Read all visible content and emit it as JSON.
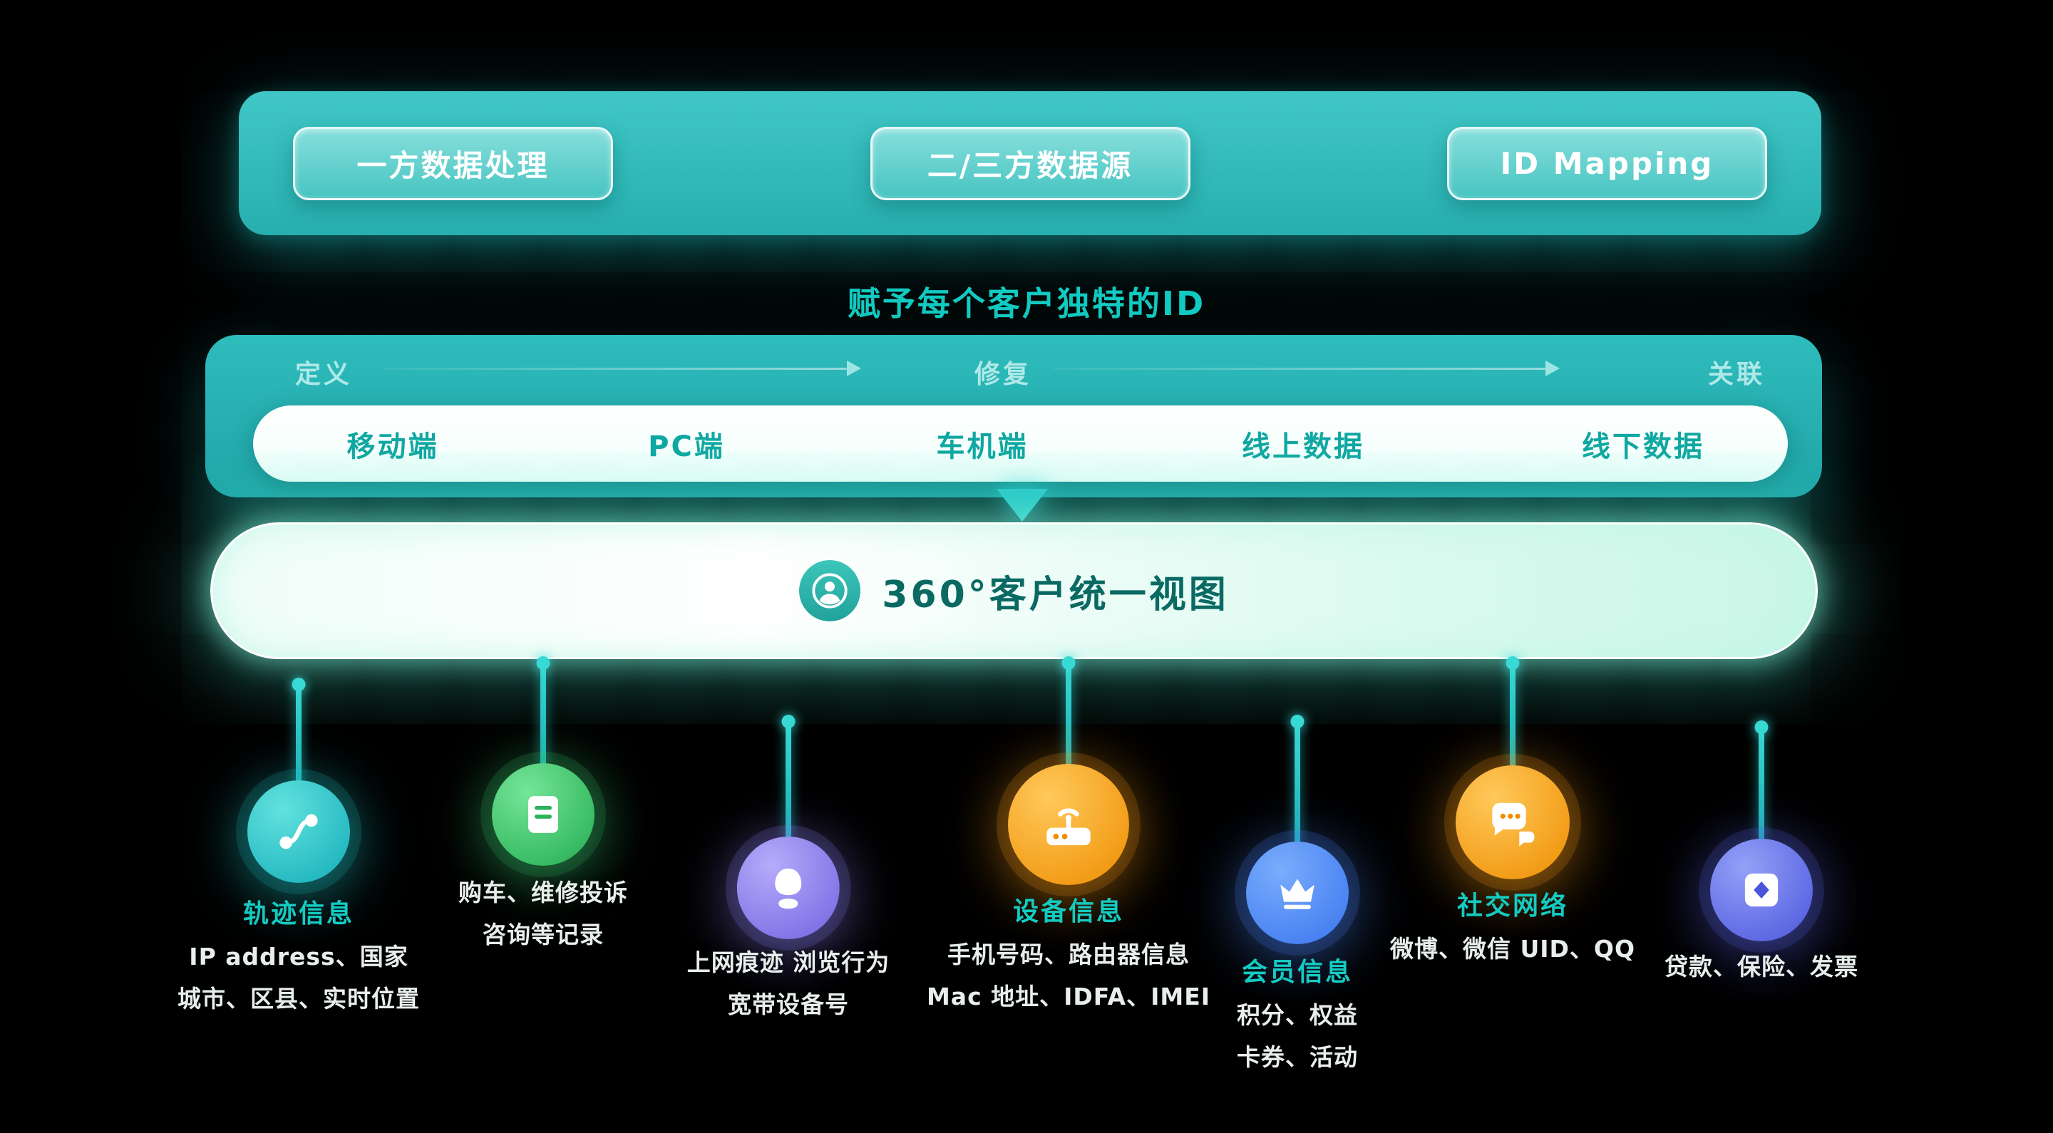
{
  "colors": {
    "background": "#000000",
    "teal_primary": "#2bb9b9",
    "teal_bright": "#12cbc2",
    "dark_teal_text": "#0a6a63",
    "white_text": "#e8eeec",
    "badge_teal": "#12adb9",
    "badge_green": "#23ab51",
    "badge_purple": "#7163e0",
    "badge_orange": "#ee8d00",
    "badge_blue": "#3a74ee",
    "badge_indigo": "#4a55dc"
  },
  "top_bar": {
    "buttons": [
      {
        "label": "一方数据处理"
      },
      {
        "label": "二/三方数据源"
      },
      {
        "label": "ID Mapping"
      }
    ]
  },
  "subtitle": "赋予每个客户独特的ID",
  "id_band": {
    "stages": [
      {
        "label": "定义"
      },
      {
        "label": "修复"
      },
      {
        "label": "关联"
      }
    ],
    "channels": [
      {
        "label": "移动端"
      },
      {
        "label": "PC端"
      },
      {
        "label": "车机端"
      },
      {
        "label": "线上数据"
      },
      {
        "label": "线下数据"
      }
    ]
  },
  "unified_view": {
    "icon": "user-icon",
    "label": "360°客户统一视图"
  },
  "sources": [
    {
      "icon": "route-icon",
      "title": "轨迹信息",
      "lines": [
        "IP address、国家",
        "城市、区县、实时位置"
      ]
    },
    {
      "icon": "document-icon",
      "lines": [
        "购车、维修投诉",
        "咨询等记录"
      ]
    },
    {
      "icon": "footprint-icon",
      "lines": [
        "上网痕迹 浏览行为",
        "宽带设备号"
      ]
    },
    {
      "icon": "router-icon",
      "title": "设备信息",
      "lines": [
        "手机号码、路由器信息",
        "Mac 地址、IDFA、IMEI"
      ]
    },
    {
      "icon": "crown-icon",
      "title": "会员信息",
      "lines": [
        "积分、权益",
        "卡券、活动"
      ]
    },
    {
      "icon": "chat-icon",
      "title": "社交网络",
      "lines": [
        "微博、微信 UID、QQ"
      ]
    },
    {
      "icon": "invoice-icon",
      "lines": [
        "贷款、保险、发票"
      ]
    }
  ]
}
